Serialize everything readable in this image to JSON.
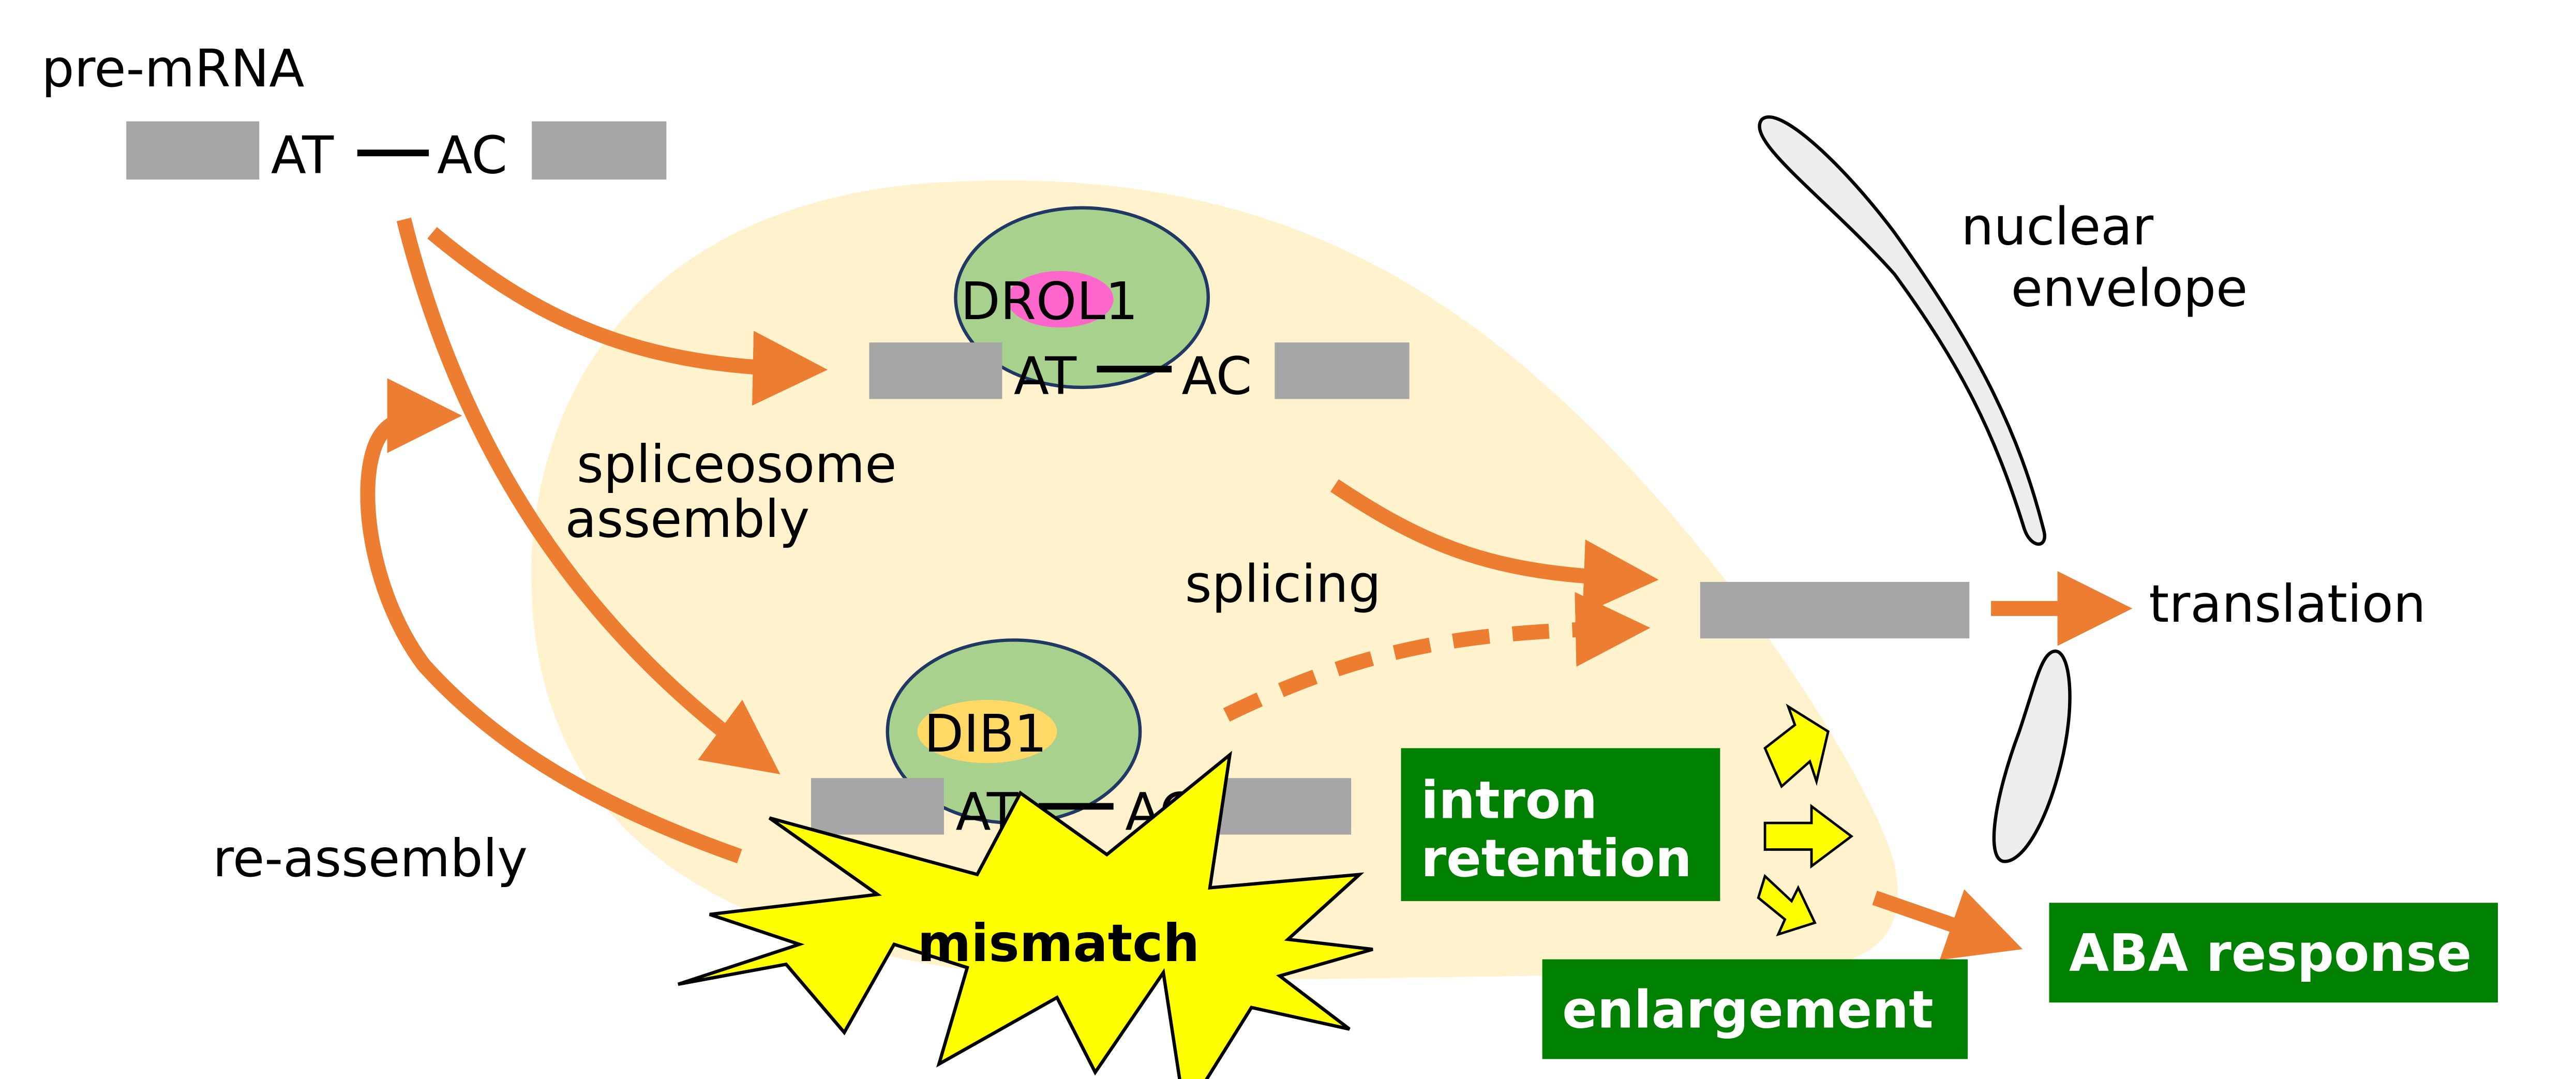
{
  "colors": {
    "orange": "#ED7D31",
    "nucleus_fill": "#FFF2CC",
    "exon_gray": "#A6A6A6",
    "result_green": "#008000",
    "spliceosome_green": "#A9D18E",
    "drol1_pink": "#FF66CC",
    "dib1_yellow": "#FFD966",
    "burst_yellow": "#FFFF00",
    "envelope_gray": "#EDEDED"
  },
  "labels": {
    "pre_mrna": "pre-mRNA",
    "at": "AT",
    "ac": "AC",
    "drol1": "DROL1",
    "dib1": "DIB1",
    "spliceosome_assembly_1": "spliceosome",
    "spliceosome_assembly_2": "assembly",
    "splicing": "splicing",
    "re_assembly": "re-assembly",
    "nuclear_envelope_1": "nuclear",
    "nuclear_envelope_2": "envelope",
    "translation": "translation",
    "mismatch": "mismatch",
    "intron_retention_1": "intron",
    "intron_retention_2": "retention",
    "enlargement": "enlargement",
    "aba_response": "ABA response"
  }
}
